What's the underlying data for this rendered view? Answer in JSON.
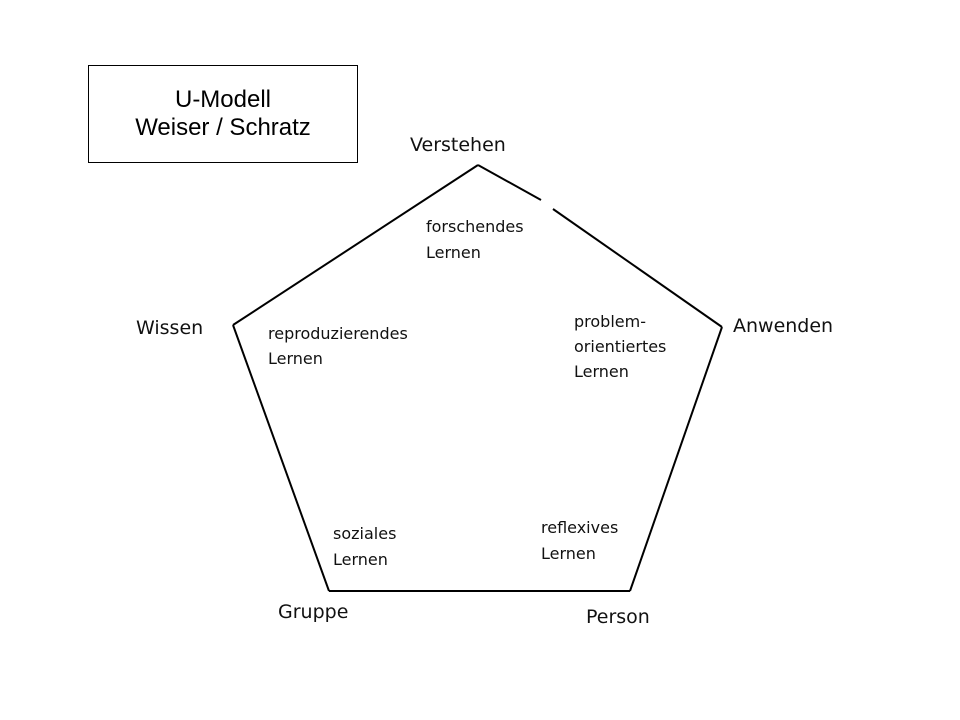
{
  "title": {
    "line1": "U-Modell",
    "line2": "Weiser / Schratz"
  },
  "vertices": {
    "top": "Verstehen",
    "left": "Wissen",
    "right": "Anwenden",
    "bottom_left": "Gruppe",
    "bottom_right": "Person"
  },
  "learning_types": {
    "top": [
      "forschendes",
      "Lernen"
    ],
    "left": [
      "reproduzierendes",
      "Lernen"
    ],
    "right": [
      "problem-",
      "orientiertes",
      "Lernen"
    ],
    "bottom_left": [
      "soziales",
      "Lernen"
    ],
    "bottom_right": [
      "reflexives",
      "Lernen"
    ]
  }
}
